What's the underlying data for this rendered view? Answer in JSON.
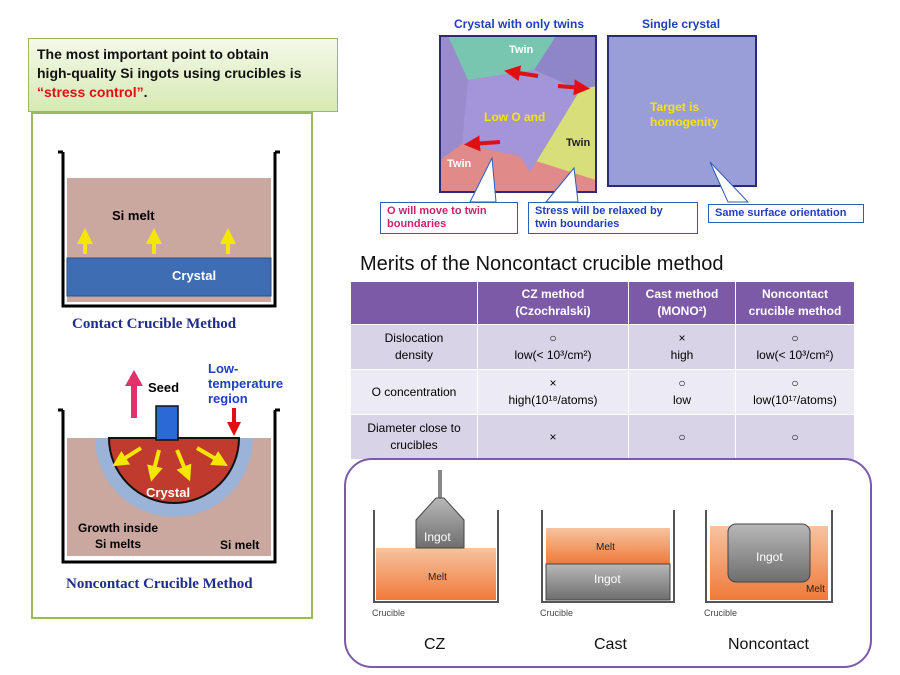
{
  "headline": {
    "line1": "The most important point to obtain",
    "line2": "high-quality Si ingots using crucibles is",
    "emphasis": "“stress control”",
    "tail": "."
  },
  "contact": {
    "melt_label": "Si melt",
    "crystal_label": "Crystal",
    "title": "Contact Crucible Method"
  },
  "noncontact": {
    "seed_label": "Seed",
    "low_temp_label": "Low-\ntemperature\nregion",
    "crystal_label": "Crystal",
    "growth_label": "Growth inside\nSi melts",
    "melt_label": "Si melt",
    "title": "Noncontact Crucible Method"
  },
  "crystal_images": {
    "twins_caption": "Crystal  with only twins",
    "single_caption": "Single crystal",
    "twin_label_top": "Twin",
    "twin_label_right": "Twin",
    "twin_label_left": "Twin",
    "center_label": "Low O and",
    "target_label": "Target is\nhomogenity",
    "callout_o": "O will move to twin\nboundaries",
    "callout_stress": "Stress will be relaxed by\ntwin boundaries",
    "callout_surface": "Same surface orientation"
  },
  "merits": {
    "title": "Merits of the Noncontact crucible method",
    "headers": [
      "",
      "CZ method\n(Czochralski)",
      "Cast method\n(MONO²)",
      "Noncontact\ncrucible method"
    ],
    "rows": [
      {
        "label": "Dislocation\ndensity",
        "cz": "○\nlow(< 10³/cm²)",
        "cast": "×\nhigh",
        "nc": "○\nlow(< 10³/cm²)"
      },
      {
        "label": "O concentration",
        "cz": "×\nhigh(10¹⁸/atoms)",
        "cast": "○\nlow",
        "nc": "○\nlow(10¹⁷/atoms)"
      },
      {
        "label": "Diameter close to\ncrucibles",
        "cz": "×",
        "cast": "○",
        "nc": "○"
      }
    ]
  },
  "methods": {
    "cz": {
      "ingot": "Ingot",
      "melt": "Melt",
      "crucible": "Crucible",
      "name": "CZ"
    },
    "cast": {
      "ingot": "Ingot",
      "melt": "Melt",
      "crucible": "Crucible",
      "name": "Cast"
    },
    "nc": {
      "ingot": "Ingot",
      "melt": "Melt",
      "crucible": "Crucible",
      "name": "Noncontact"
    }
  }
}
